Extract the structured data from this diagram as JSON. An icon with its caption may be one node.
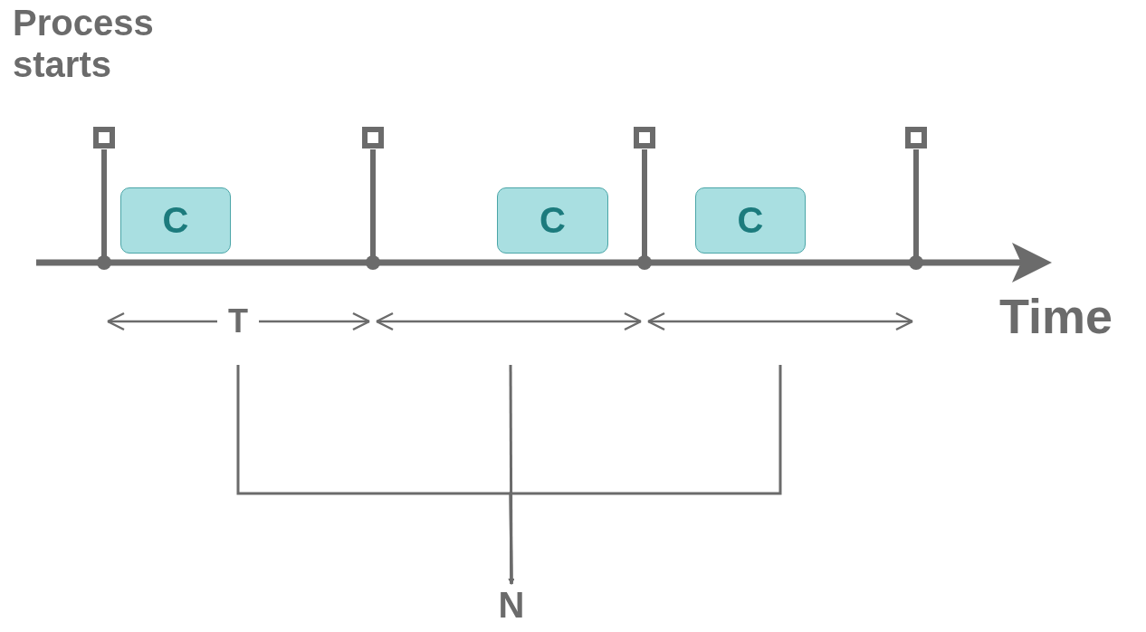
{
  "diagram": {
    "nodes": [
      {
        "text": [
          "C"
        ]
      },
      {
        "text": [
          "C"
        ]
      },
      {
        "text": [
          "C"
        ]
      },
      {
        "text": [
          "N"
        ]
      }
    ],
    "edges": [
      {
        "from": null,
        "to": 3,
        "arrow": "to"
      },
      {
        "from": null,
        "to": 3,
        "arrow": "to"
      },
      {
        "from": null,
        "to": 3,
        "arrow": "to"
      }
    ],
    "labels": [
      "Process starts",
      "T",
      "Time"
    ]
  }
}
